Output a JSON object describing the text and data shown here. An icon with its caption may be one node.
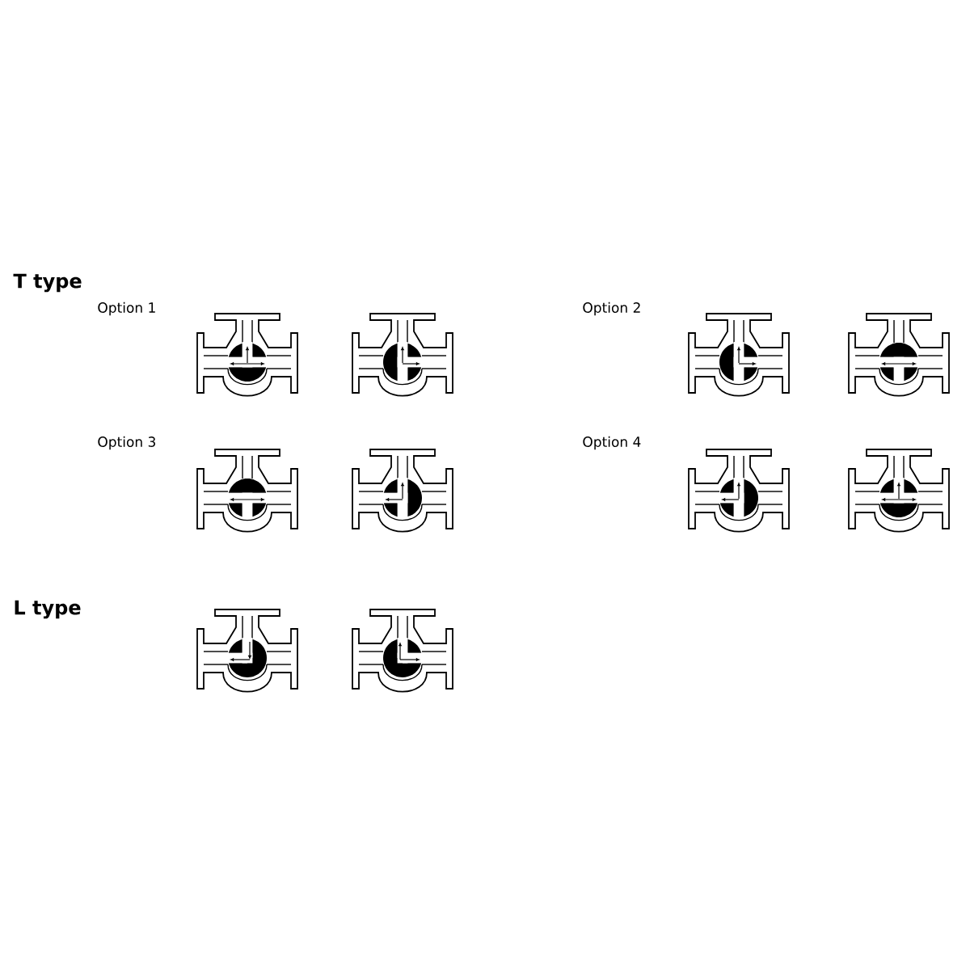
{
  "diagram": {
    "labels": [
      "T type",
      "Option 1",
      "Option 2",
      "Option 3",
      "Option 4",
      "L type"
    ]
  }
}
